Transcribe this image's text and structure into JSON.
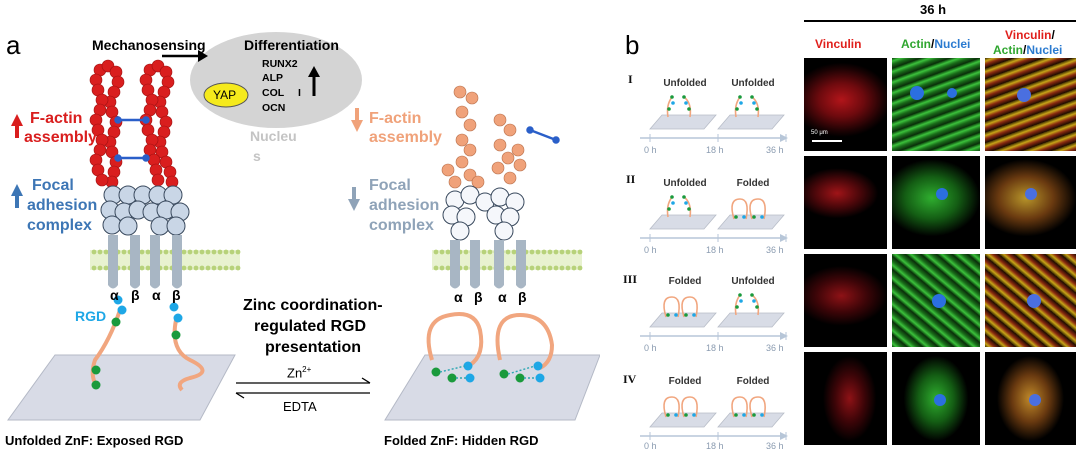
{
  "panel_a": {
    "label": "a",
    "mechanosensing": "Mechanosensing",
    "differentiation": "Differentiation",
    "genes": [
      "RUNX2",
      "ALP",
      "COL",
      "OCN"
    ],
    "roman_i": "I",
    "yap": "YAP",
    "nucleus": "Nucleu",
    "nucleus_s": "s",
    "factin_left": [
      "F-actin",
      "assembly"
    ],
    "focal_left": [
      "Focal",
      "adhesion",
      "complex"
    ],
    "factin_right": [
      "F-actin",
      "assembly"
    ],
    "focal_right": [
      "Focal",
      "adhesion",
      "complex"
    ],
    "alpha": "α",
    "beta": "β",
    "rgd": "RGD",
    "center_title": [
      "Zinc coordination-",
      "regulated RGD",
      "presentation"
    ],
    "zn": "Zn",
    "zn_sup": "2+",
    "edta": "EDTA",
    "caption_left": "Unfolded ZnF: Exposed RGD",
    "caption_right": "Folded ZnF: Hidden RGD",
    "colors": {
      "red": "#d91e1e",
      "orange": "#f0a27a",
      "blue": "#2b7bd0",
      "grey": "#9aa3ad"
    }
  },
  "panel_b": {
    "label": "b",
    "time_header": "36 h",
    "col_vinculin": "Vinculin",
    "col_actin": "Actin",
    "col_slash": "/",
    "col_nuclei": "Nuclei",
    "col_merge_1": "Vinculin",
    "col_merge_2": "Actin",
    "scale_bar": "50 μm",
    "rows": [
      {
        "roman": "I",
        "state_1": "Unfolded",
        "state_2": "Unfolded"
      },
      {
        "roman": "II",
        "state_1": "Unfolded",
        "state_2": "Folded"
      },
      {
        "roman": "III",
        "state_1": "Folded",
        "state_2": "Unfolded"
      },
      {
        "roman": "IV",
        "state_1": "Folded",
        "state_2": "Folded"
      }
    ],
    "timeline": [
      "0 h",
      "18 h",
      "36 h"
    ]
  }
}
